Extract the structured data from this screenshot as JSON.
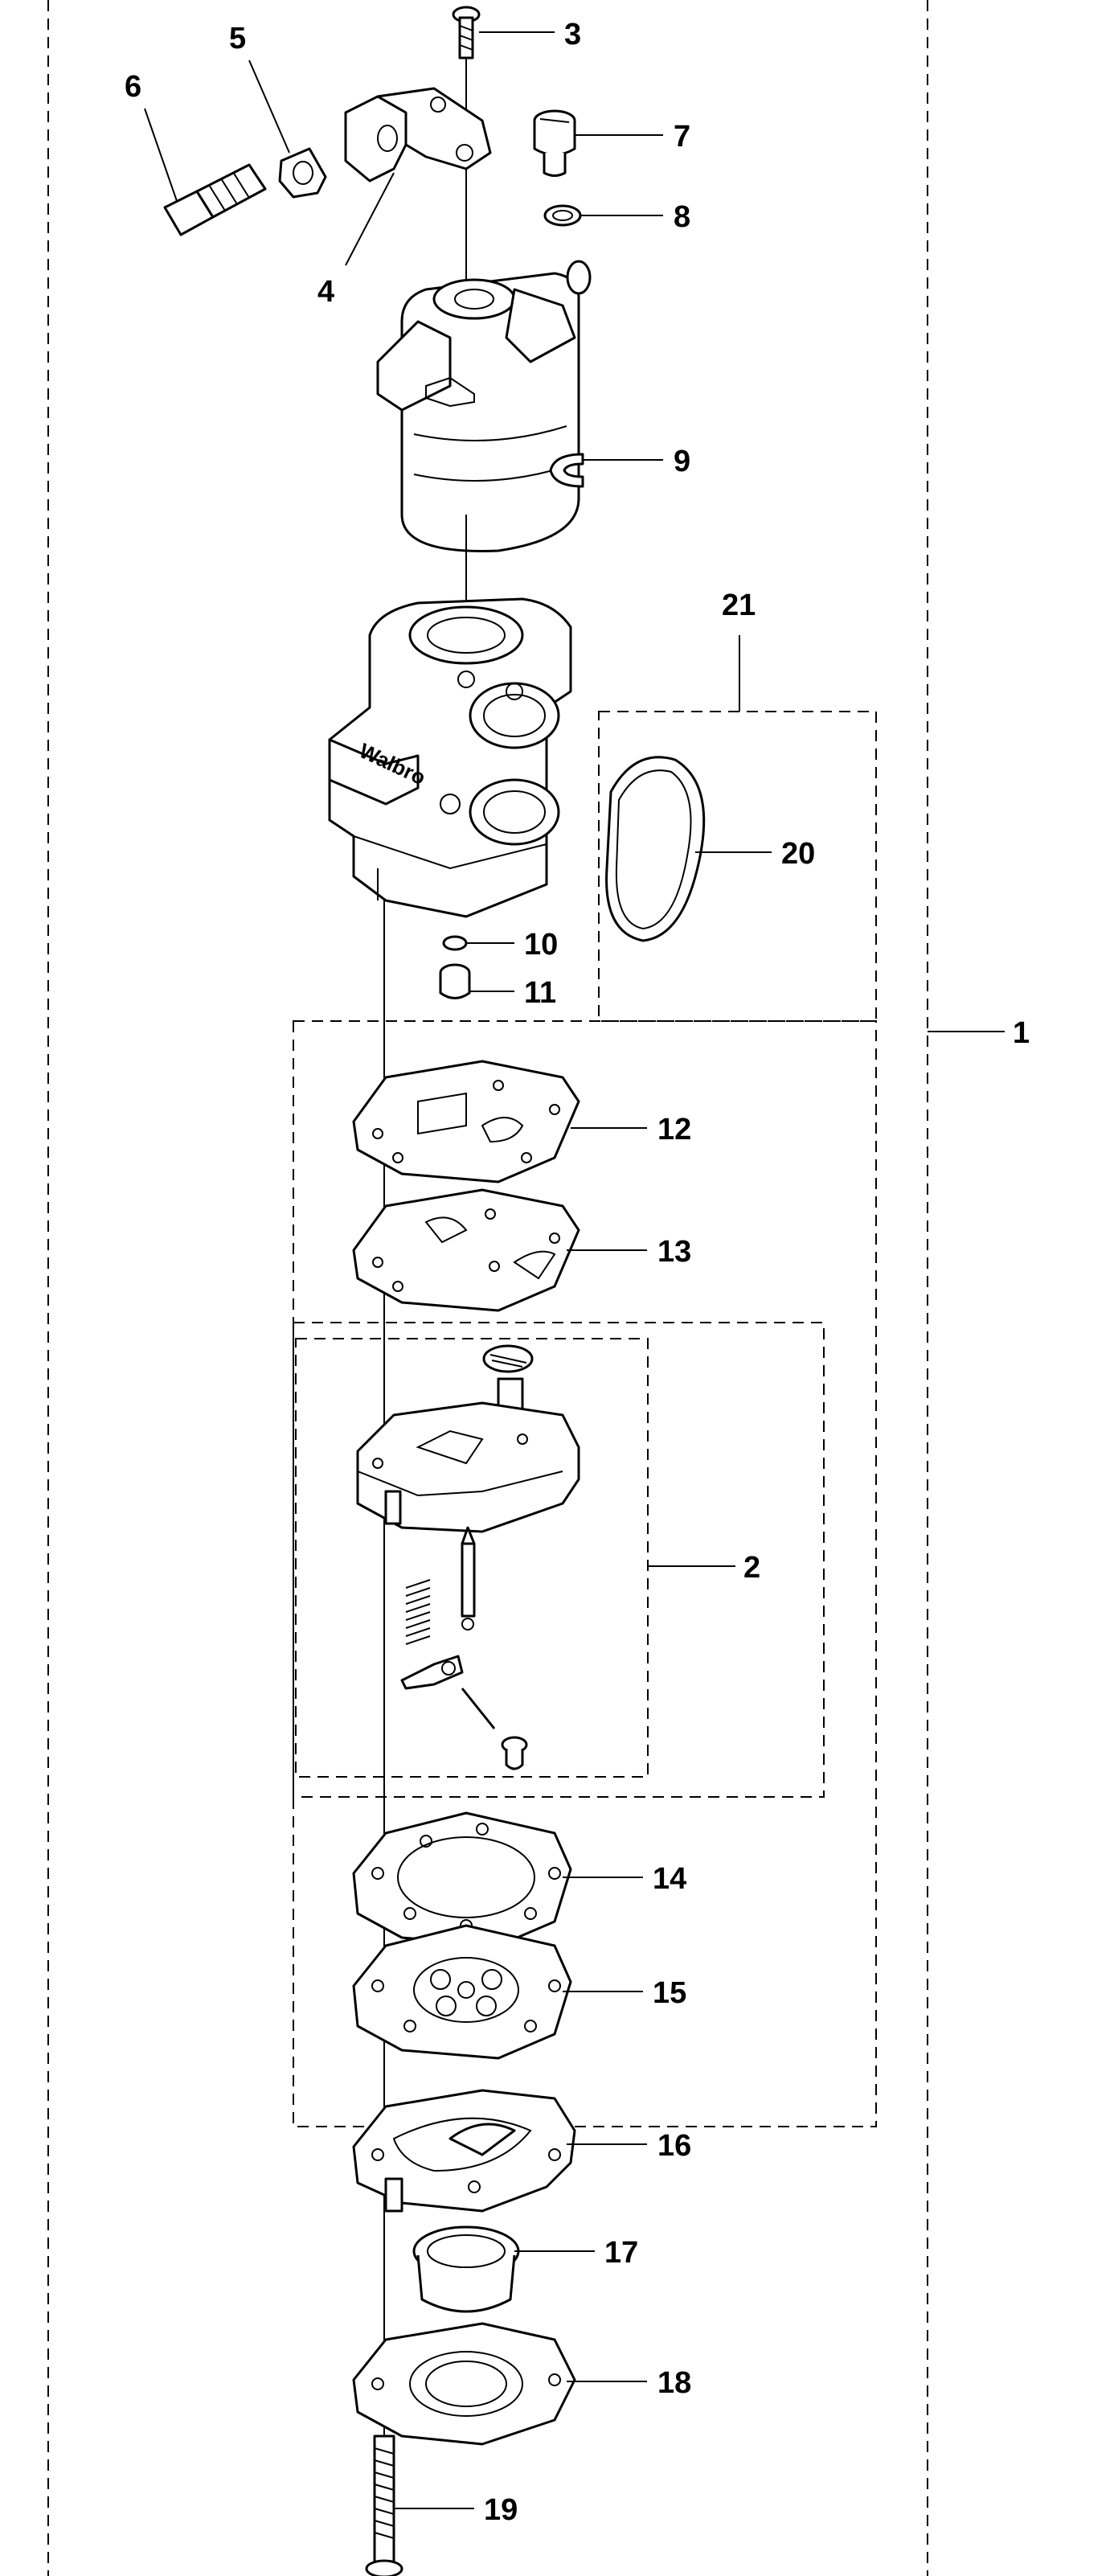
{
  "diagram": {
    "brand_marking": "Walbro",
    "callouts": [
      {
        "id": "1",
        "label": "1"
      },
      {
        "id": "2",
        "label": "2"
      },
      {
        "id": "3",
        "label": "3"
      },
      {
        "id": "4",
        "label": "4"
      },
      {
        "id": "5",
        "label": "5"
      },
      {
        "id": "6",
        "label": "6"
      },
      {
        "id": "7",
        "label": "7"
      },
      {
        "id": "8",
        "label": "8"
      },
      {
        "id": "9",
        "label": "9"
      },
      {
        "id": "10",
        "label": "10"
      },
      {
        "id": "11",
        "label": "11"
      },
      {
        "id": "12",
        "label": "12"
      },
      {
        "id": "13",
        "label": "13"
      },
      {
        "id": "14",
        "label": "14"
      },
      {
        "id": "15",
        "label": "15"
      },
      {
        "id": "16",
        "label": "16"
      },
      {
        "id": "17",
        "label": "17"
      },
      {
        "id": "18",
        "label": "18"
      },
      {
        "id": "19",
        "label": "19"
      },
      {
        "id": "20",
        "label": "20"
      },
      {
        "id": "21",
        "label": "21"
      }
    ]
  }
}
